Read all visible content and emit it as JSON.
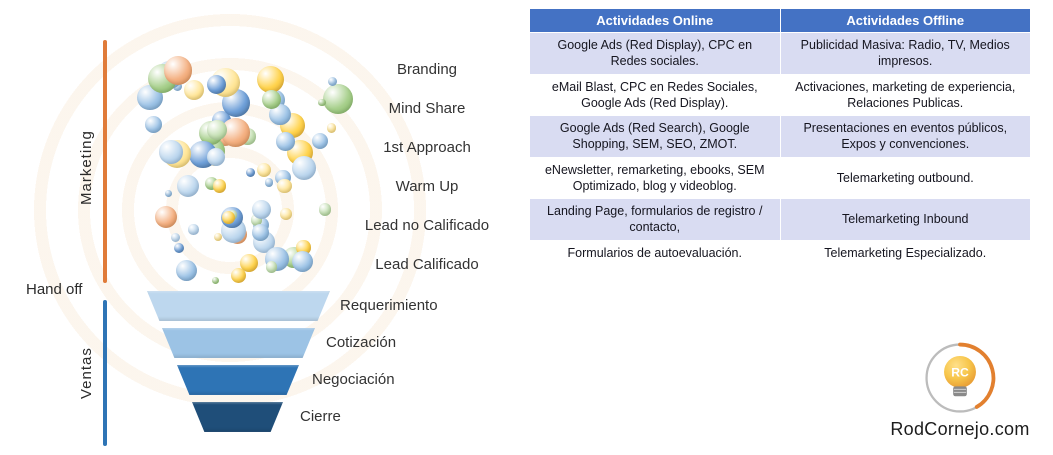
{
  "left_rail": {
    "marketing": "Marketing",
    "handoff": "Hand off",
    "ventas": "Ventas"
  },
  "funnel": {
    "marketing_stages": [
      "Branding",
      "Mind Share",
      "1st Approach",
      "Warm Up",
      "Lead no Calificado",
      "Lead Calificado"
    ],
    "sales_stages": [
      {
        "label": "Requerimiento",
        "color": "#BDD7EE"
      },
      {
        "label": "Cotización",
        "color": "#9CC3E5"
      },
      {
        "label": "Negociación",
        "color": "#2E74B5"
      },
      {
        "label": "Cierre",
        "color": "#1F4E79"
      }
    ],
    "rail_colors": {
      "marketing": "#E07B39",
      "ventas": "#2E74B5"
    }
  },
  "table": {
    "header_color": "#4472C4",
    "band_color": "#D9DCF2",
    "headers": [
      "Actividades Online",
      "Actividades Offline"
    ],
    "rows": [
      [
        "Google Ads (Red Display), CPC en Redes sociales.",
        "Publicidad Masiva: Radio, TV, Medios impresos."
      ],
      [
        "eMail Blast, CPC en Redes Sociales, Google Ads (Red Display).",
        "Activaciones, marketing de experiencia, Relaciones Publicas."
      ],
      [
        "Google Ads (Red Search), Google Shopping, SEM, SEO, ZMOT.",
        "Presentaciones en eventos públicos, Expos y convenciones."
      ],
      [
        "eNewsletter, remarketing, ebooks, SEM Optimizado, blog y videoblog.",
        "Telemarketing outbound."
      ],
      [
        "Landing Page, formularios de registro / contacto,",
        "Telemarketing Inbound"
      ],
      [
        "Formularios de autoevaluación.",
        "Telemarketing Especializado."
      ]
    ]
  },
  "branding": {
    "site": "RodCornejo.com",
    "logo_initials": "RC"
  }
}
